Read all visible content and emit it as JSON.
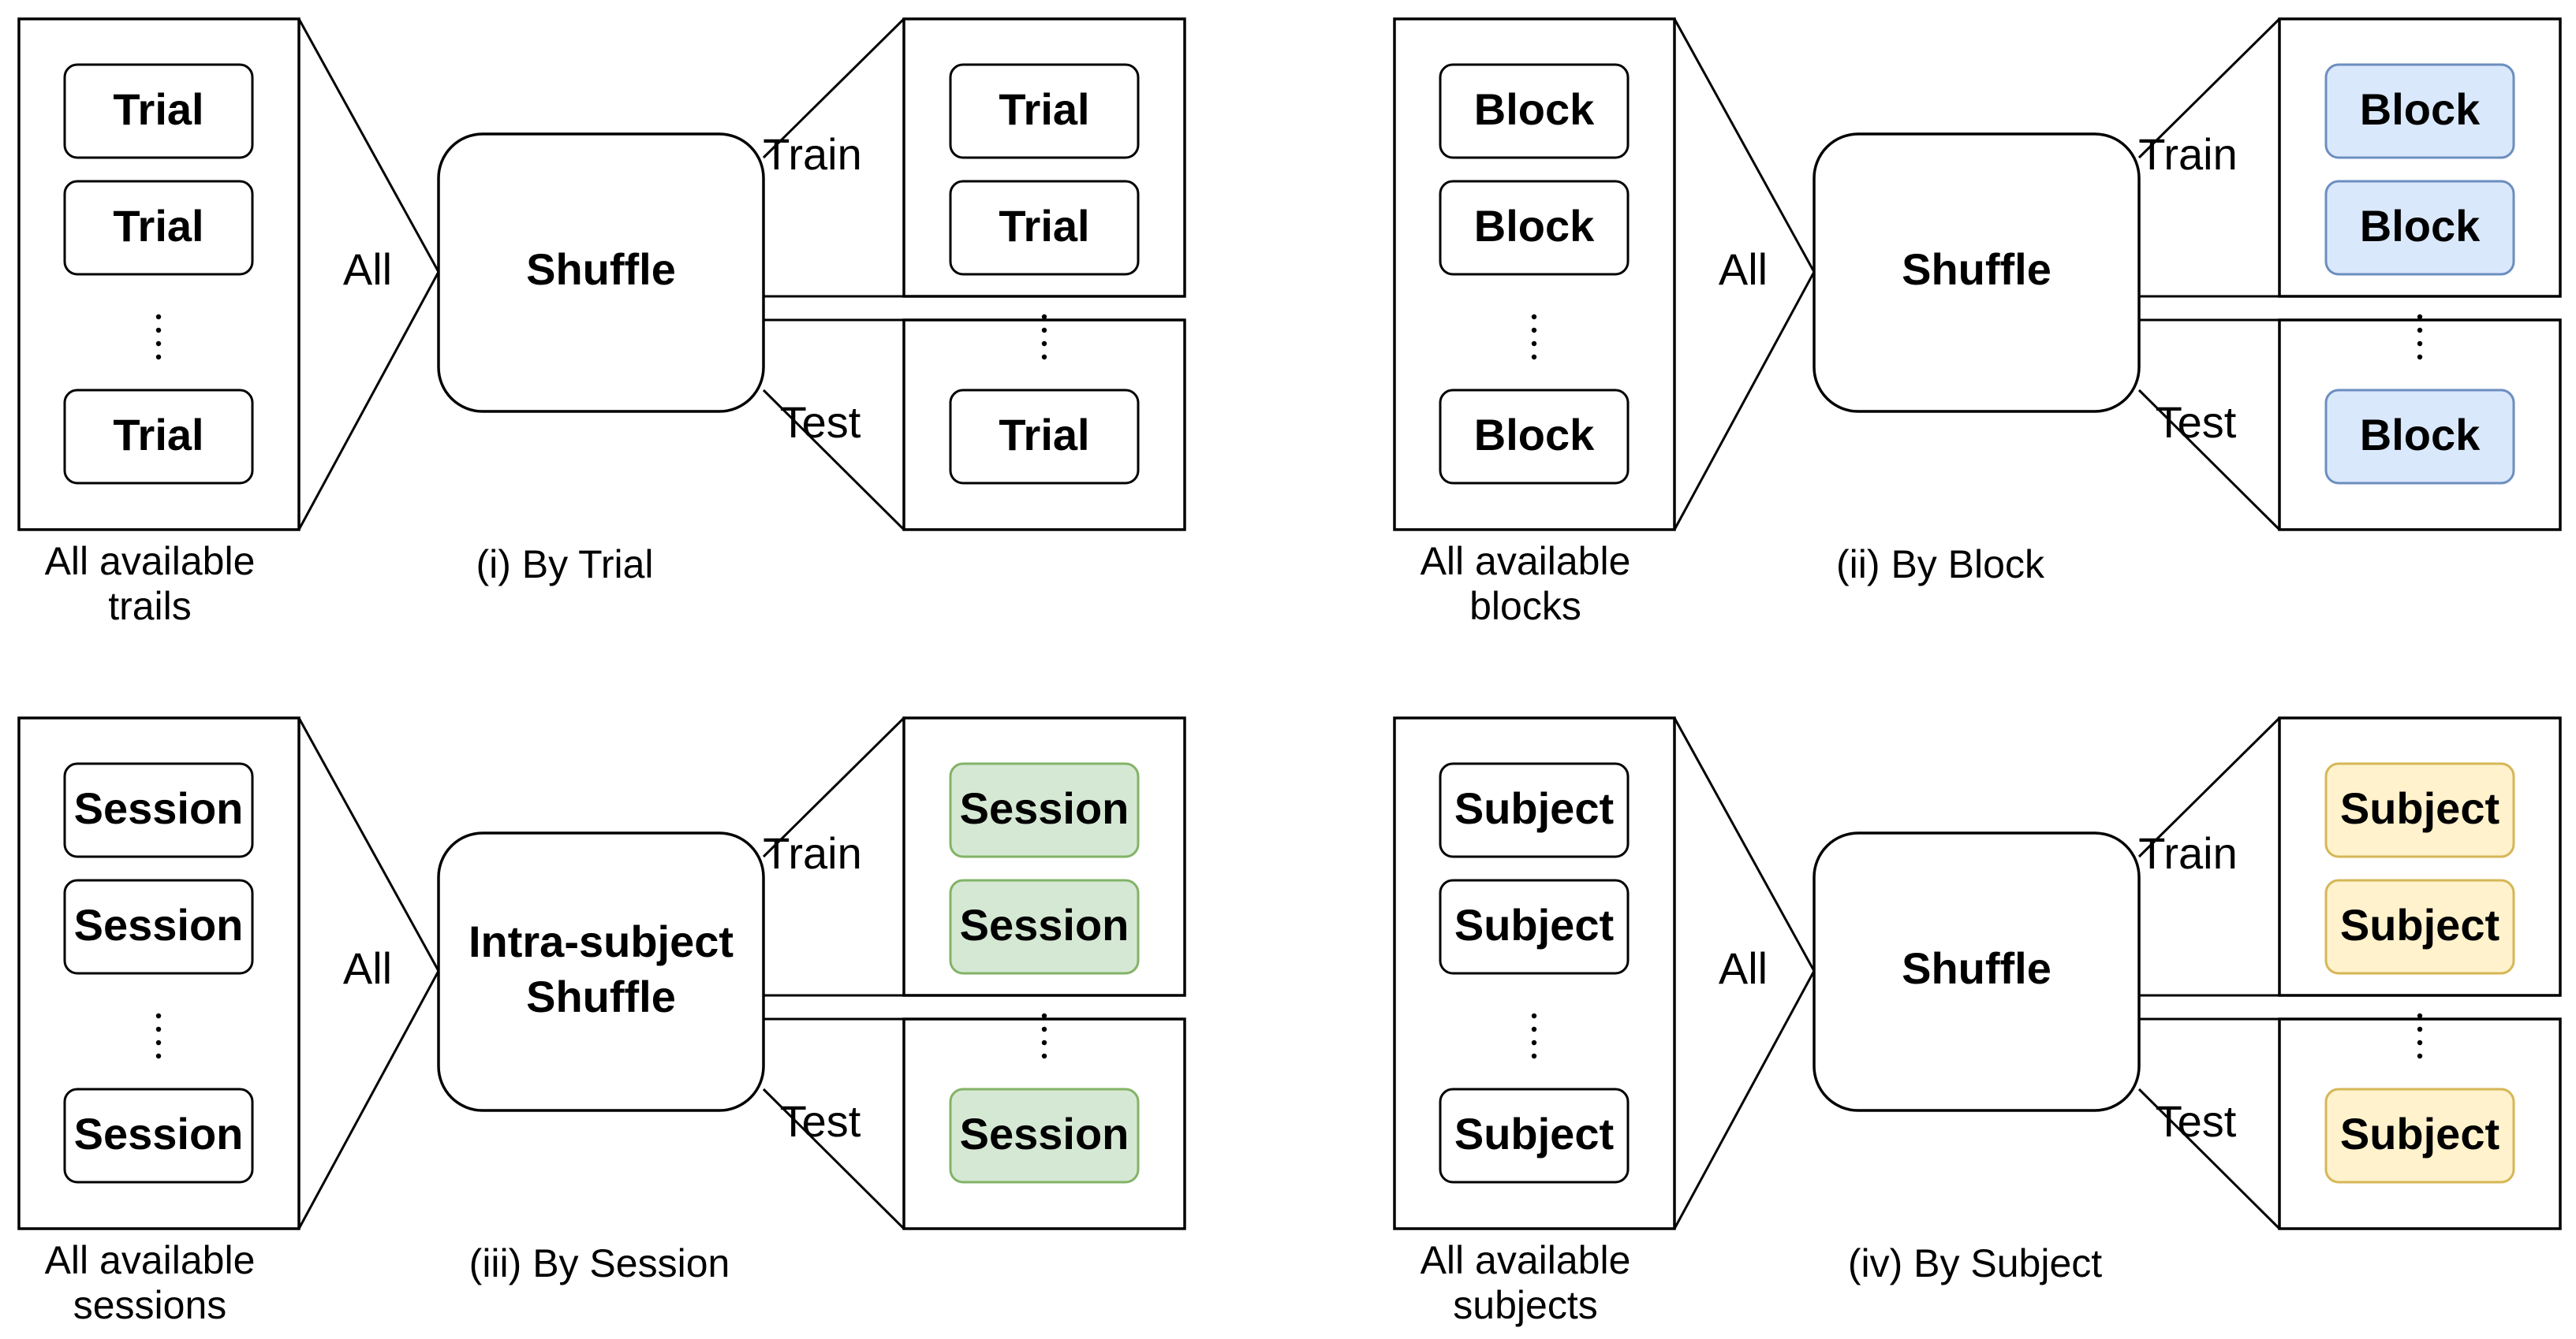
{
  "colors": {
    "neutral_fill": "#ffffff",
    "neutral_stroke": "#000000",
    "block_fill": "#dae8fc",
    "block_stroke": "#6c8ebf",
    "session_fill": "#d5e8d4",
    "session_stroke": "#82b366",
    "subject_fill": "#fff2cc",
    "subject_stroke": "#d6b656"
  },
  "panels": [
    {
      "id": "trial",
      "source_items": [
        "Trial",
        "Trial",
        "Trial"
      ],
      "source_label": [
        "All available",
        "trails"
      ],
      "all_label": "All",
      "shuffle_label": [
        "Shuffle"
      ],
      "train_label": "Train",
      "test_label": "Test",
      "train_items": [
        "Trial",
        "Trial"
      ],
      "test_items": [
        "Trial"
      ],
      "split_color": "neutral",
      "caption": "(i) By Trial"
    },
    {
      "id": "block",
      "source_items": [
        "Block",
        "Block",
        "Block"
      ],
      "source_label": [
        "All available",
        "blocks"
      ],
      "all_label": "All",
      "shuffle_label": [
        "Shuffle"
      ],
      "train_label": "Train",
      "test_label": "Test",
      "train_items": [
        "Block",
        "Block"
      ],
      "test_items": [
        "Block"
      ],
      "split_color": "block",
      "caption": "(ii) By Block"
    },
    {
      "id": "session",
      "source_items": [
        "Session",
        "Session",
        "Session"
      ],
      "source_label": [
        "All available",
        "sessions"
      ],
      "all_label": "All",
      "shuffle_label": [
        "Intra-subject",
        "Shuffle"
      ],
      "train_label": "Train",
      "test_label": "Test",
      "train_items": [
        "Session",
        "Session"
      ],
      "test_items": [
        "Session"
      ],
      "split_color": "session",
      "caption": "(iii) By Session"
    },
    {
      "id": "subject",
      "source_items": [
        "Subject",
        "Subject",
        "Subject"
      ],
      "source_label": [
        "All available",
        "subjects"
      ],
      "all_label": "All",
      "shuffle_label": [
        "Shuffle"
      ],
      "train_label": "Train",
      "test_label": "Test",
      "train_items": [
        "Subject",
        "Subject"
      ],
      "test_items": [
        "Subject"
      ],
      "split_color": "subject",
      "caption": "(iv) By Subject"
    }
  ]
}
